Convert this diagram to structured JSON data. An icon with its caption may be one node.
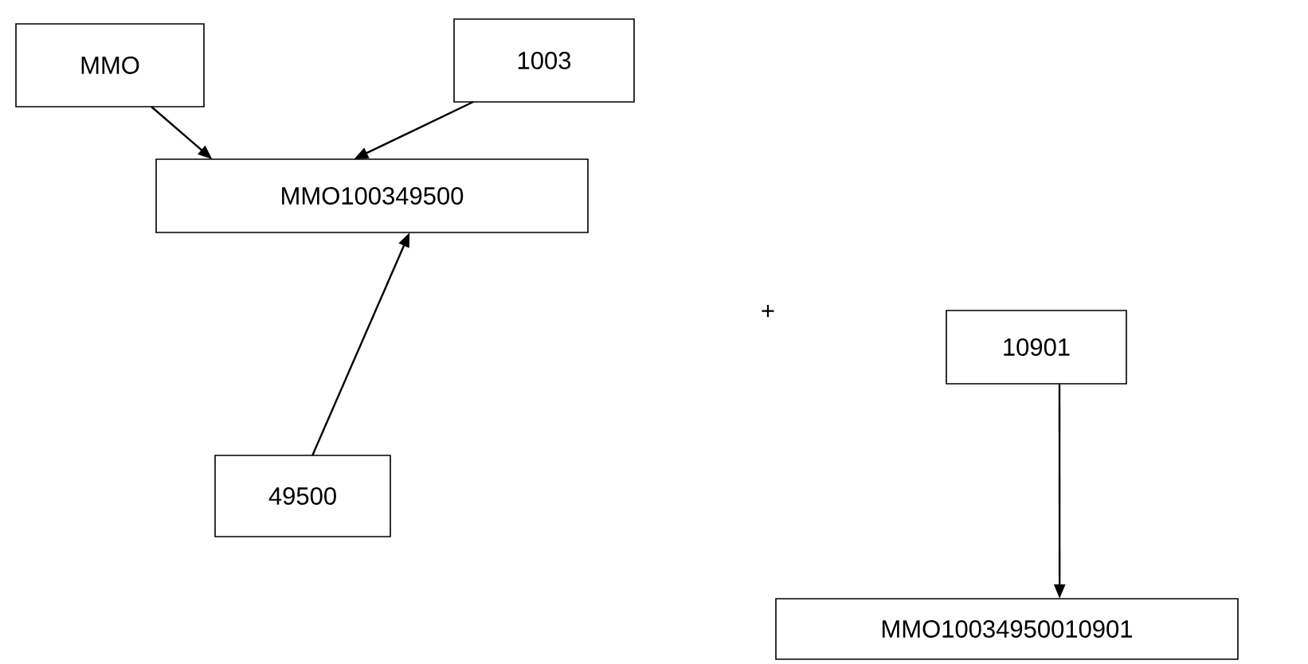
{
  "diagram": {
    "nodes": [
      {
        "text": [
          "MMO"
        ]
      },
      {
        "text": [
          "1003"
        ]
      },
      {
        "text": [
          "MMO100349500"
        ]
      },
      {
        "text": [
          "49500"
        ]
      },
      {
        "text": [
          "10901"
        ]
      },
      {
        "text": [
          "MMO10034950010901"
        ]
      }
    ],
    "edges": [
      {
        "from": 0,
        "to": 2,
        "arrow": "to"
      },
      {
        "from": 1,
        "to": 2,
        "arrow": "to"
      },
      {
        "from": 3,
        "to": 2,
        "arrow": "to"
      },
      {
        "from": 4,
        "to": 5,
        "arrow": "to"
      }
    ],
    "labels": [
      "+"
    ]
  }
}
